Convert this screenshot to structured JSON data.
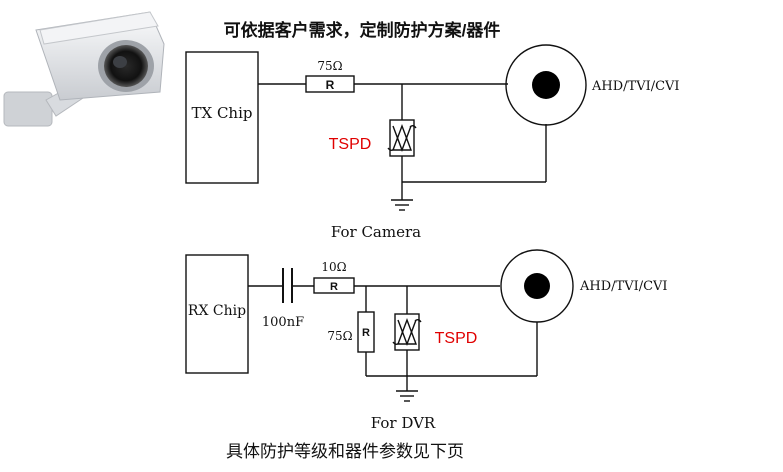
{
  "header": {
    "title": "可依据客户需求，定制防护方案/器件"
  },
  "footer": {
    "note": "具体防护等级和器件参数见下页"
  },
  "camera_circuit": {
    "chip_label": "TX Chip",
    "resistor_value": "75Ω",
    "resistor_letter": "R",
    "tspd_label": "TSPD",
    "connector_label": "AHD/TVI/CVI",
    "caption": "For Camera"
  },
  "dvr_circuit": {
    "chip_label": "RX Chip",
    "capacitor_value": "100nF",
    "series_resistor_value": "10Ω",
    "series_resistor_letter": "R",
    "shunt_resistor_value": "75Ω",
    "shunt_resistor_letter": "R",
    "tspd_label": "TSPD",
    "connector_label": "AHD/TVI/CVI",
    "caption": "For DVR"
  },
  "colors": {
    "line": "#111111",
    "tspd": "#e00000",
    "camera_body": "#e9ebee"
  },
  "icons": [
    "security-camera-icon",
    "ground-symbol-icon",
    "tspd-symbol-icon"
  ]
}
